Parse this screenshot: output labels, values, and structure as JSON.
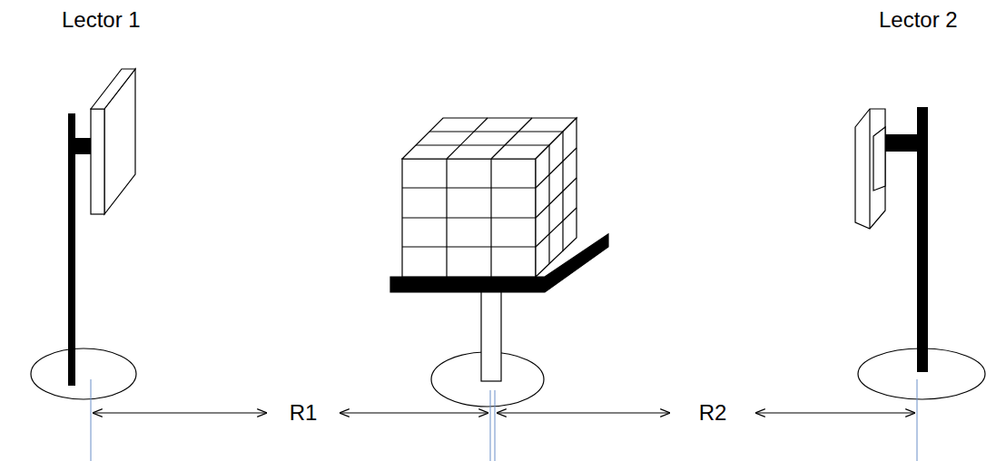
{
  "diagram": {
    "labels": [
      "Lector 1",
      "Lector 2",
      "R1",
      "R2"
    ]
  }
}
